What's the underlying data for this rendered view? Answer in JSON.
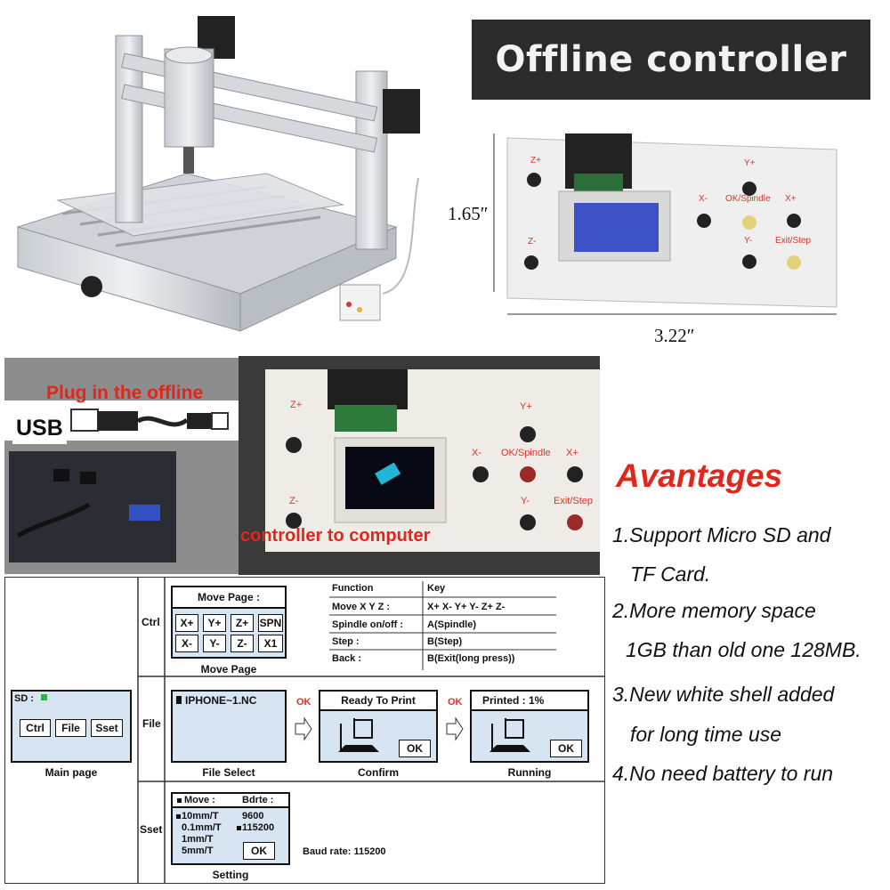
{
  "banner": {
    "title": "Offline controller"
  },
  "controller_top": {
    "buttons": {
      "zplus": "Z+",
      "zminus": "Z-",
      "yplus": "Y+",
      "xminus": "X-",
      "ok_spindle": "OK/Spindle",
      "xplus": "X+",
      "yminus": "Y-",
      "exit_step": "Exit/Step"
    },
    "height_label": "1.65″",
    "width_label": "3.22″"
  },
  "usb_panel": {
    "plug_text": "Plug in the offline",
    "usb_label": "USB"
  },
  "controller_photo": {
    "buttons": {
      "zplus": "Z+",
      "zminus": "Z-",
      "yplus": "Y+",
      "xminus": "X-",
      "ok_spindle": "OK/Spindle",
      "xplus": "X+",
      "yminus": "Y-",
      "exit_step": "Exit/Step"
    },
    "caption": "controller to computer"
  },
  "advantages": {
    "title": "Avantages",
    "items": [
      "1.Support Micro SD and",
      "TF Card.",
      "2.More memory space",
      "1GB than old one 128MB.",
      "3.New white shell added",
      "for long time use",
      "4.No need battery to run"
    ]
  },
  "diagram": {
    "main": {
      "sd_label": "SD :",
      "buttons": [
        "Ctrl",
        "File",
        "Sset"
      ],
      "caption": "Main page"
    },
    "rows": {
      "ctrl": "Ctrl",
      "file": "File",
      "sset": "Sset"
    },
    "move": {
      "title": "Move Page :",
      "row1": [
        "X+",
        "Y+",
        "Z+",
        "SPN"
      ],
      "row2": [
        "X-",
        "Y-",
        "Z-",
        "X1"
      ],
      "caption": "Move Page"
    },
    "table": {
      "headers": [
        "Function",
        "Key"
      ],
      "rows": [
        [
          "Move X Y Z :",
          "X+  X-  Y+  Y-  Z+  Z-"
        ],
        [
          "Spindle on/off :",
          "A(Spindle)"
        ],
        [
          "Step :",
          "B(Step)"
        ],
        [
          "Back :",
          "B(Exit(long press))"
        ]
      ]
    },
    "file_select": {
      "file": "IPHONE~1.NC",
      "caption": "File Select"
    },
    "ok_arrow": "OK",
    "confirm": {
      "title": "Ready To Print",
      "ok": "OK",
      "caption": "Confirm"
    },
    "running": {
      "title": "Printed : 1%",
      "ok": "OK",
      "caption": "Running"
    },
    "setting": {
      "move_label": "Move :",
      "bdrte_label": "Bdrte :",
      "moves": [
        "10mm/T",
        "0.1mm/T",
        "1mm/T",
        "5mm/T"
      ],
      "bauds": [
        "9600",
        "115200"
      ],
      "ok": "OK",
      "caption": "Setting",
      "baud_rate": "Baud rate: 115200"
    }
  }
}
